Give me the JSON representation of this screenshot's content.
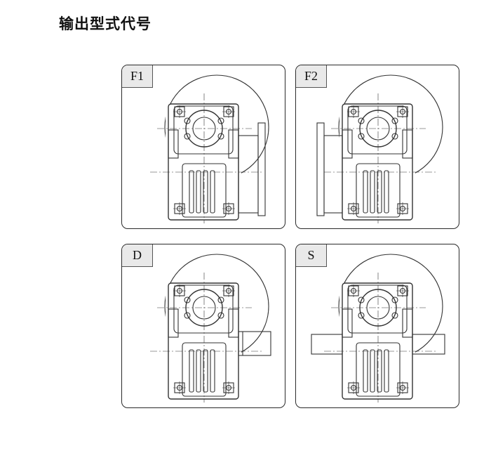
{
  "page": {
    "title": "输出型式代号"
  },
  "panels": [
    {
      "id": "F1",
      "label": "F1",
      "variant": "flange-right"
    },
    {
      "id": "F2",
      "label": "F2",
      "variant": "flange-left"
    },
    {
      "id": "D",
      "label": "D",
      "variant": "shaft-right"
    },
    {
      "id": "S",
      "label": "S",
      "variant": "shaft-both"
    }
  ],
  "colors": {
    "line": "#333333",
    "label_bg": "#e9e9e9",
    "border": "#2a2a2a"
  }
}
